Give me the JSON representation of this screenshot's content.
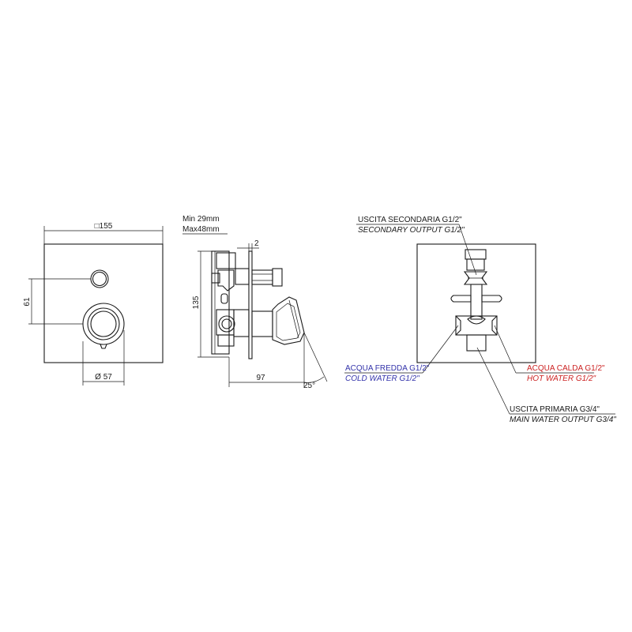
{
  "front_view": {
    "width_label": "□155",
    "height_label": "61",
    "knob_diameter_label": "Ø 57"
  },
  "side_view": {
    "min_depth_label": "Min 29mm",
    "max_depth_label": "Max48mm",
    "plate_label": "2",
    "height_label": "135",
    "depth_label": "97",
    "angle_label": "25°"
  },
  "back_view": {
    "secondary_output_it": "USCITA SECONDARIA G1/2\"",
    "secondary_output_en": "SECONDARY OUTPUT G1/2\"",
    "cold_water_it": "ACQUA FREDDA G1/2\"",
    "cold_water_en": "COLD WATER G1/2\"",
    "hot_water_it": "ACQUA CALDA G1/2\"",
    "hot_water_en": "HOT WATER G1/2\"",
    "main_output_it": "USCITA PRIMARIA G3/4\"",
    "main_output_en": "MAIN WATER OUTPUT G3/4\""
  },
  "colors": {
    "line": "#1a1a1a",
    "cold_label": "#3333aa",
    "hot_label": "#cc2222"
  }
}
